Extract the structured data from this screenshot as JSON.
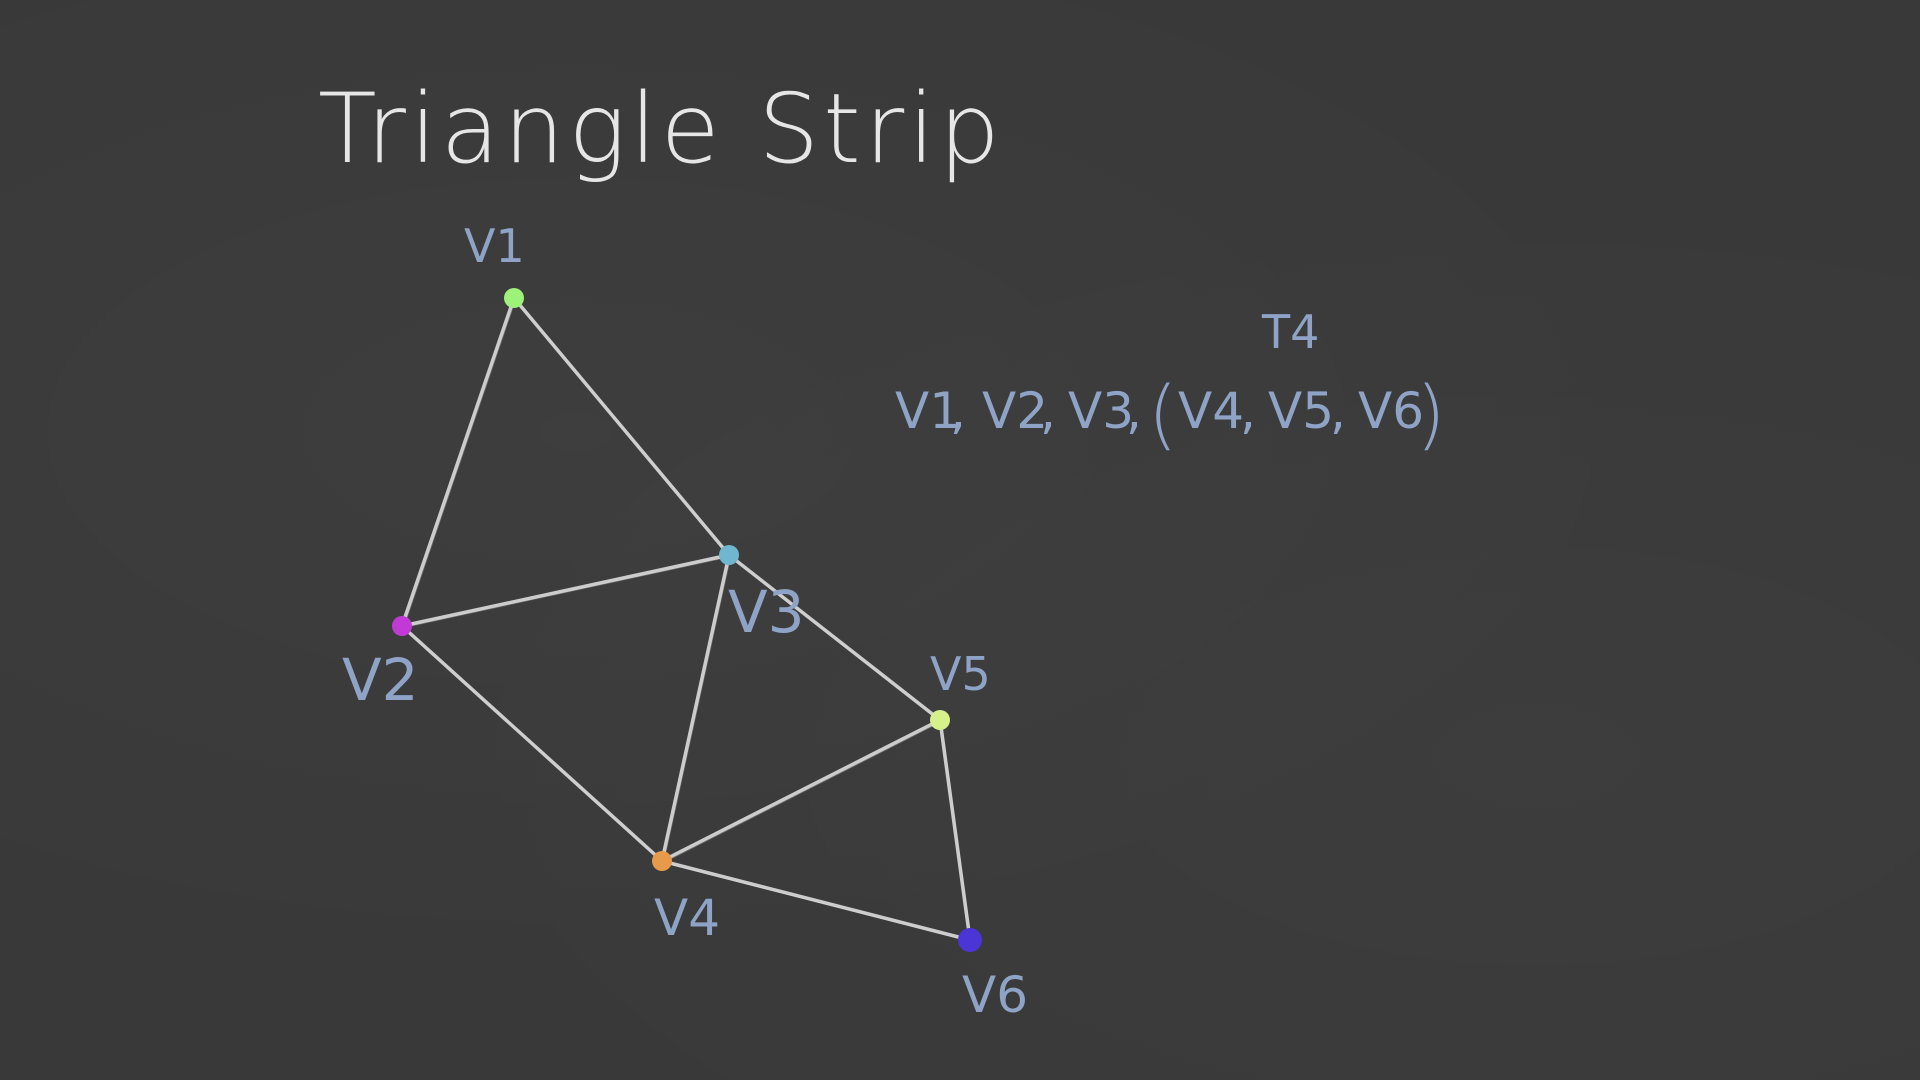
{
  "title": "Triangle Strip",
  "vertices": [
    {
      "id": "v1",
      "label": "V1",
      "color": "#9ef27a"
    },
    {
      "id": "v2",
      "label": "V2",
      "color": "#c23ad6"
    },
    {
      "id": "v3",
      "label": "V3",
      "color": "#6fb6cf"
    },
    {
      "id": "v4",
      "label": "V4",
      "color": "#e69a4a"
    },
    {
      "id": "v5",
      "label": "V5",
      "color": "#d6f08a"
    },
    {
      "id": "v6",
      "label": "V6",
      "color": "#4b35d6"
    }
  ],
  "edges": [
    [
      "v1",
      "v2"
    ],
    [
      "v1",
      "v3"
    ],
    [
      "v2",
      "v3"
    ],
    [
      "v2",
      "v4"
    ],
    [
      "v3",
      "v4"
    ],
    [
      "v3",
      "v5"
    ],
    [
      "v4",
      "v5"
    ],
    [
      "v4",
      "v6"
    ],
    [
      "v5",
      "v6"
    ]
  ],
  "sequence": {
    "prefix": [
      "V1",
      "V2",
      "V3"
    ],
    "grouped": [
      "V4",
      "V5",
      "V6"
    ],
    "group_label": "T4"
  },
  "colors": {
    "background": "#393939",
    "chalk": "#e6e6e6",
    "label": "#8ea3c6"
  }
}
